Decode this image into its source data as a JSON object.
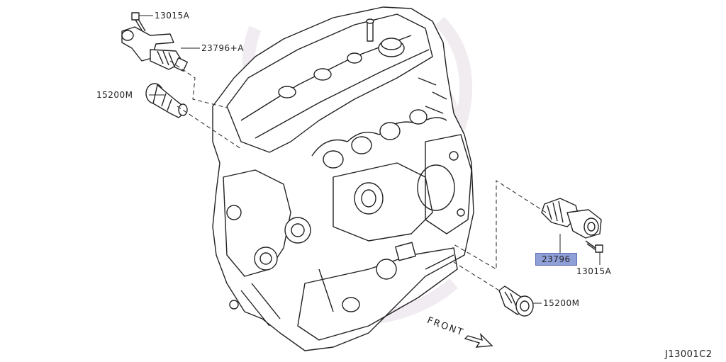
{
  "callouts": {
    "bolt_top": "13015A",
    "solenoid_top": "23796+A",
    "filter_left": "15200M",
    "solenoid_right": "23796",
    "bolt_right": "13015A",
    "filter_right": "15200M"
  },
  "front_label": "FRONT",
  "drawing_code": "J13001C2",
  "colors": {
    "highlight": "#8fa0d8",
    "line": "#222222",
    "watermark": "#ece8ec"
  }
}
